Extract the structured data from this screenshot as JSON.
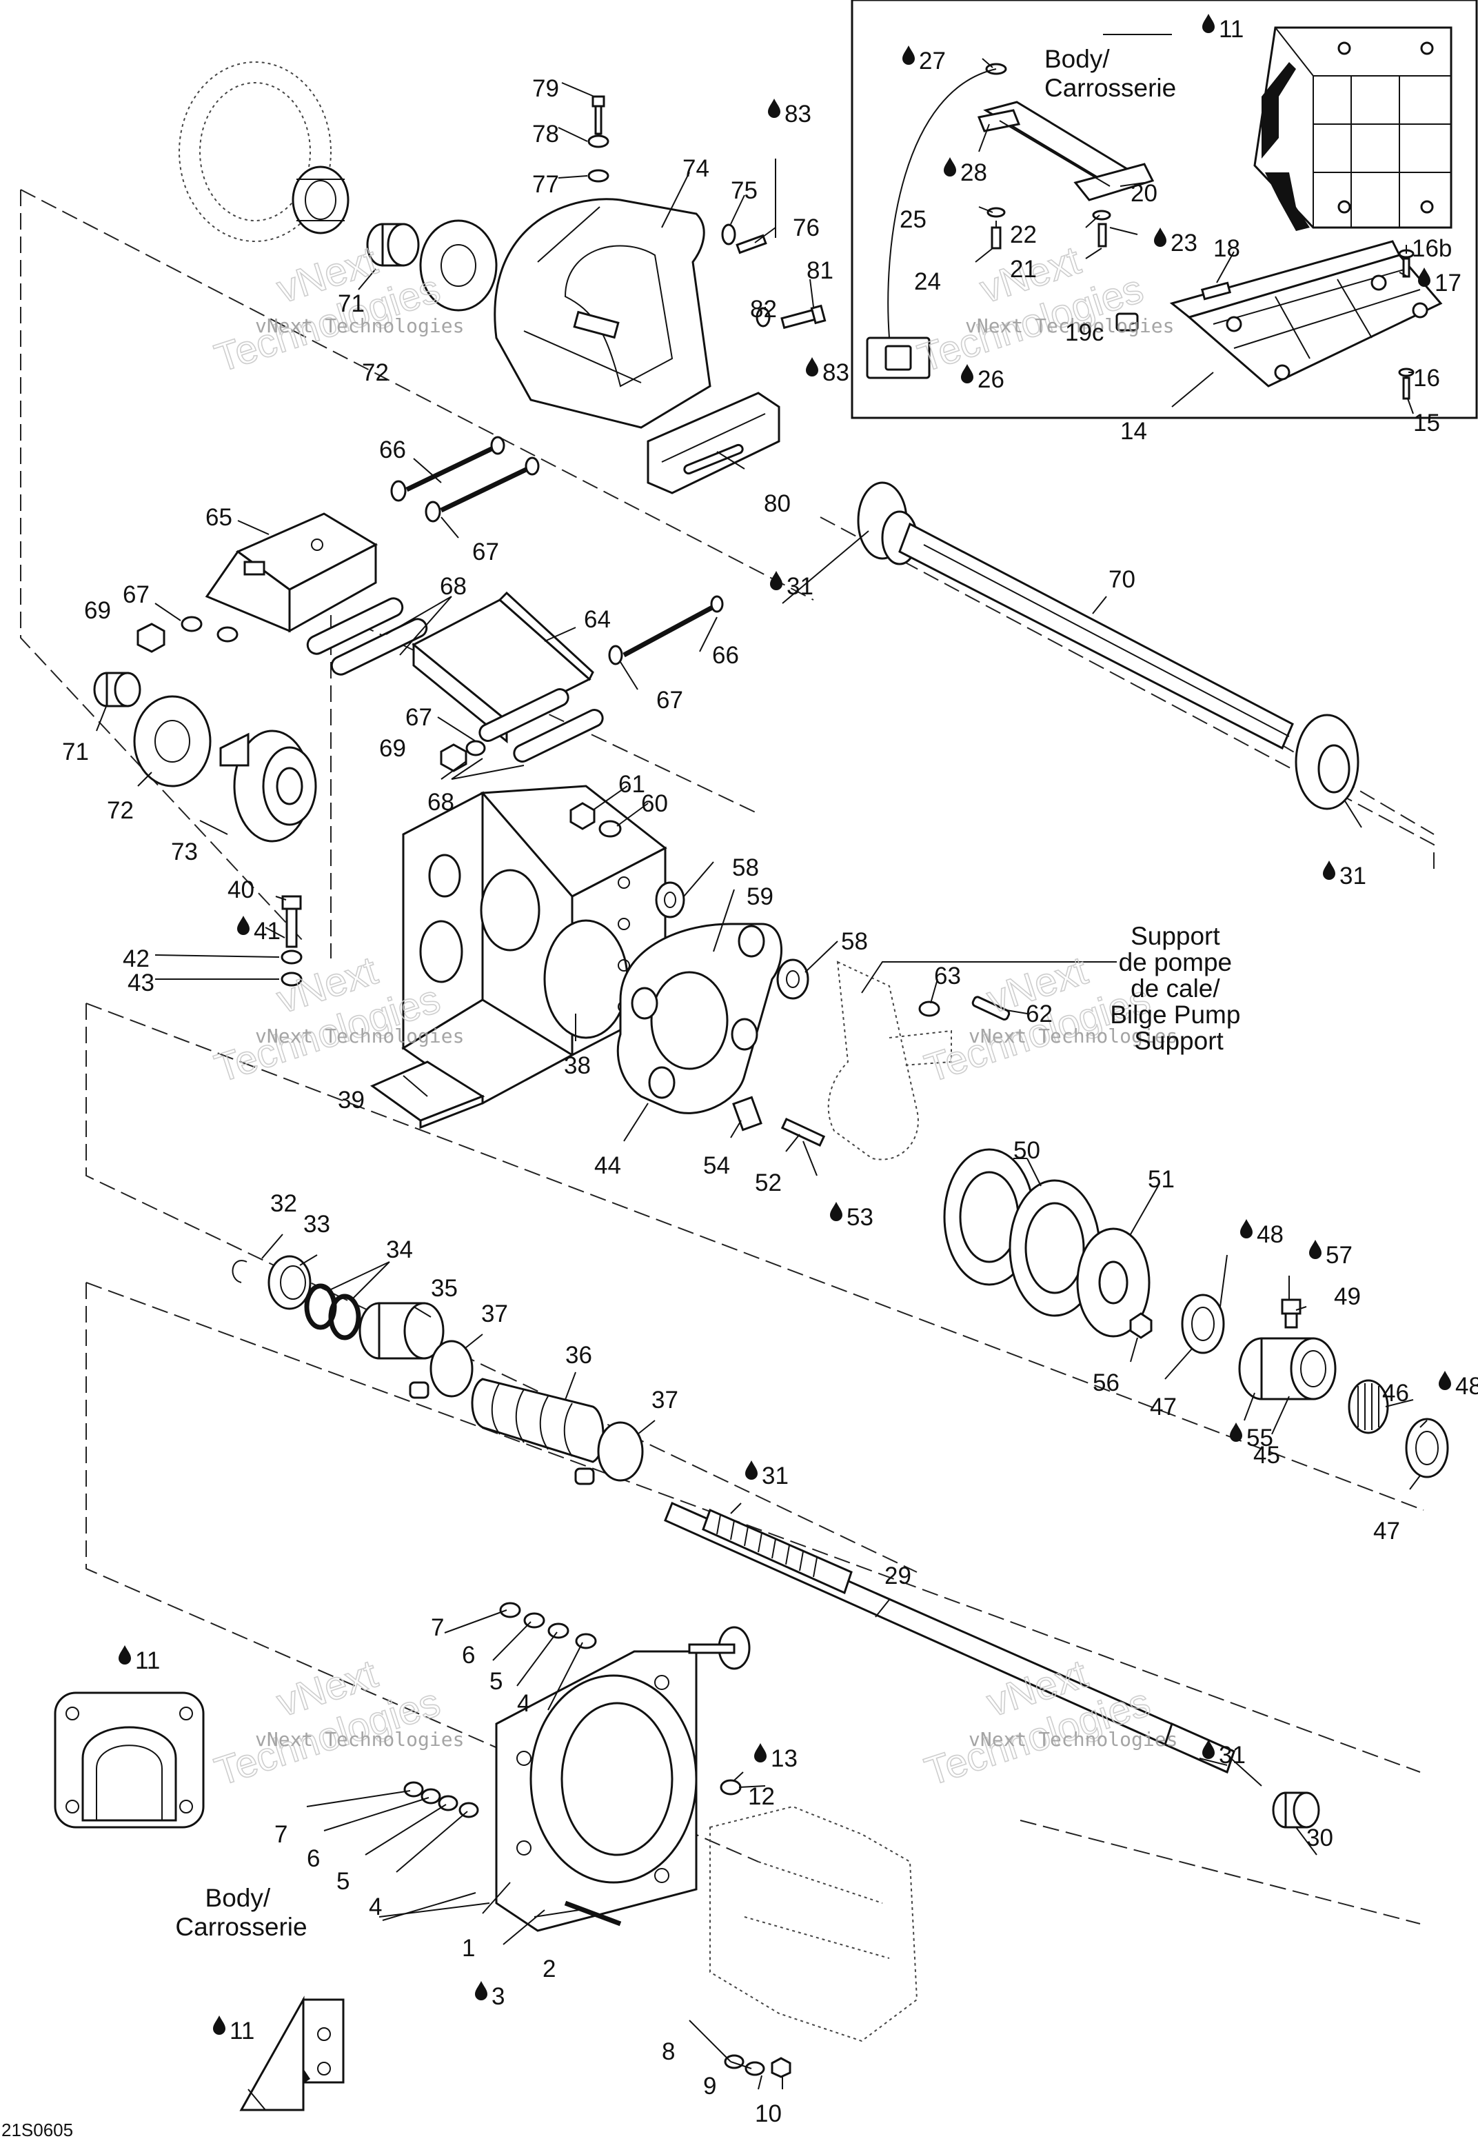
{
  "diagram_code": "21S0605",
  "watermark": {
    "brand": "vNext",
    "line2": "Technologies",
    "sub": "vNext Technologies"
  },
  "notes": {
    "body_top": "Body/\nCarrosserie",
    "body_bottom": "Body/\nCarrosserie",
    "bilge_support": "Support\nde pompe\nde cale/\nBilge Pump\nSupport"
  },
  "callouts": [
    {
      "id": "79",
      "label": "79",
      "drop": false
    },
    {
      "id": "78",
      "label": "78",
      "drop": false
    },
    {
      "id": "77",
      "label": "77",
      "drop": false
    },
    {
      "id": "74",
      "label": "74",
      "drop": false
    },
    {
      "id": "75",
      "label": "75",
      "drop": false
    },
    {
      "id": "76",
      "label": "76",
      "drop": false
    },
    {
      "id": "83a",
      "label": "83",
      "drop": true
    },
    {
      "id": "81",
      "label": "81",
      "drop": false
    },
    {
      "id": "82",
      "label": "82",
      "drop": false
    },
    {
      "id": "83b",
      "label": "83",
      "drop": true
    },
    {
      "id": "71a",
      "label": "71",
      "drop": false
    },
    {
      "id": "72a",
      "label": "72",
      "drop": false
    },
    {
      "id": "66a",
      "label": "66",
      "drop": false
    },
    {
      "id": "80",
      "label": "80",
      "drop": false
    },
    {
      "id": "65",
      "label": "65",
      "drop": false
    },
    {
      "id": "67a",
      "label": "67",
      "drop": false
    },
    {
      "id": "67b",
      "label": "67",
      "drop": false
    },
    {
      "id": "69a",
      "label": "69",
      "drop": false
    },
    {
      "id": "68a",
      "label": "68",
      "drop": false
    },
    {
      "id": "64",
      "label": "64",
      "drop": false
    },
    {
      "id": "66b",
      "label": "66",
      "drop": false
    },
    {
      "id": "67c",
      "label": "67",
      "drop": false
    },
    {
      "id": "67d",
      "label": "67",
      "drop": false
    },
    {
      "id": "69b",
      "label": "69",
      "drop": false
    },
    {
      "id": "68b",
      "label": "68",
      "drop": false
    },
    {
      "id": "71b",
      "label": "71",
      "drop": false
    },
    {
      "id": "72b",
      "label": "72",
      "drop": false
    },
    {
      "id": "73",
      "label": "73",
      "drop": false
    },
    {
      "id": "61",
      "label": "61",
      "drop": false
    },
    {
      "id": "60",
      "label": "60",
      "drop": false
    },
    {
      "id": "58a",
      "label": "58",
      "drop": false
    },
    {
      "id": "59",
      "label": "59",
      "drop": false
    },
    {
      "id": "58b",
      "label": "58",
      "drop": false
    },
    {
      "id": "40",
      "label": "40",
      "drop": false
    },
    {
      "id": "41",
      "label": "41",
      "drop": true
    },
    {
      "id": "42",
      "label": "42",
      "drop": false
    },
    {
      "id": "43",
      "label": "43",
      "drop": false
    },
    {
      "id": "63",
      "label": "63",
      "drop": false
    },
    {
      "id": "62",
      "label": "62",
      "drop": false
    },
    {
      "id": "38",
      "label": "38",
      "drop": false
    },
    {
      "id": "39",
      "label": "39",
      "drop": false
    },
    {
      "id": "44",
      "label": "44",
      "drop": false
    },
    {
      "id": "54",
      "label": "54",
      "drop": false
    },
    {
      "id": "52",
      "label": "52",
      "drop": false
    },
    {
      "id": "53",
      "label": "53",
      "drop": true
    },
    {
      "id": "50",
      "label": "50",
      "drop": false
    },
    {
      "id": "51",
      "label": "51",
      "drop": false
    },
    {
      "id": "32",
      "label": "32",
      "drop": false
    },
    {
      "id": "33",
      "label": "33",
      "drop": false
    },
    {
      "id": "34",
      "label": "34",
      "drop": false
    },
    {
      "id": "35",
      "label": "35",
      "drop": false
    },
    {
      "id": "37a",
      "label": "37",
      "drop": false
    },
    {
      "id": "36",
      "label": "36",
      "drop": false
    },
    {
      "id": "37b",
      "label": "37",
      "drop": false
    },
    {
      "id": "48a",
      "label": "48",
      "drop": true
    },
    {
      "id": "57",
      "label": "57",
      "drop": true
    },
    {
      "id": "49",
      "label": "49",
      "drop": false
    },
    {
      "id": "56",
      "label": "56",
      "drop": false
    },
    {
      "id": "47a",
      "label": "47",
      "drop": false
    },
    {
      "id": "46",
      "label": "46",
      "drop": false
    },
    {
      "id": "48b",
      "label": "48",
      "drop": true
    },
    {
      "id": "55",
      "label": "55",
      "drop": true
    },
    {
      "id": "45",
      "label": "45",
      "drop": false
    },
    {
      "id": "47b",
      "label": "47",
      "drop": false
    },
    {
      "id": "31a",
      "label": "31",
      "drop": true
    },
    {
      "id": "70",
      "label": "70",
      "drop": false
    },
    {
      "id": "31b",
      "label": "31",
      "drop": true
    },
    {
      "id": "31c",
      "label": "31",
      "drop": true
    },
    {
      "id": "29",
      "label": "29",
      "drop": false
    },
    {
      "id": "11a",
      "label": "11",
      "drop": true
    },
    {
      "id": "7a",
      "label": "7",
      "drop": false
    },
    {
      "id": "6a",
      "label": "6",
      "drop": false
    },
    {
      "id": "5a",
      "label": "5",
      "drop": false
    },
    {
      "id": "4a",
      "label": "4",
      "drop": false
    },
    {
      "id": "13",
      "label": "13",
      "drop": true
    },
    {
      "id": "12",
      "label": "12",
      "drop": false
    },
    {
      "id": "31d",
      "label": "31",
      "drop": true
    },
    {
      "id": "7b",
      "label": "7",
      "drop": false
    },
    {
      "id": "6b",
      "label": "6",
      "drop": false
    },
    {
      "id": "5b",
      "label": "5",
      "drop": false
    },
    {
      "id": "4b",
      "label": "4",
      "drop": false
    },
    {
      "id": "30",
      "label": "30",
      "drop": false
    },
    {
      "id": "1",
      "label": "1",
      "drop": false
    },
    {
      "id": "2",
      "label": "2",
      "drop": false
    },
    {
      "id": "3",
      "label": "3",
      "drop": true
    },
    {
      "id": "11b",
      "label": "11",
      "drop": true
    },
    {
      "id": "8",
      "label": "8",
      "drop": false
    },
    {
      "id": "9",
      "label": "9",
      "drop": false
    },
    {
      "id": "10",
      "label": "10",
      "drop": false
    },
    {
      "id": "27",
      "label": "27",
      "drop": true
    },
    {
      "id": "11c",
      "label": "11",
      "drop": true
    },
    {
      "id": "28",
      "label": "28",
      "drop": true
    },
    {
      "id": "20",
      "label": "20",
      "drop": false
    },
    {
      "id": "25",
      "label": "25",
      "drop": false
    },
    {
      "id": "22",
      "label": "22",
      "drop": false
    },
    {
      "id": "23",
      "label": "23",
      "drop": true
    },
    {
      "id": "21",
      "label": "21",
      "drop": false
    },
    {
      "id": "24",
      "label": "24",
      "drop": false
    },
    {
      "id": "18",
      "label": "18",
      "drop": false
    },
    {
      "id": "16b",
      "label": "16b",
      "drop": false
    },
    {
      "id": "17",
      "label": "17",
      "drop": true
    },
    {
      "id": "19",
      "label": "19c",
      "drop": false
    },
    {
      "id": "26",
      "label": "26",
      "drop": true
    },
    {
      "id": "16",
      "label": "16",
      "drop": false
    },
    {
      "id": "14",
      "label": "14",
      "drop": false
    },
    {
      "id": "15",
      "label": "15",
      "drop": false
    }
  ]
}
